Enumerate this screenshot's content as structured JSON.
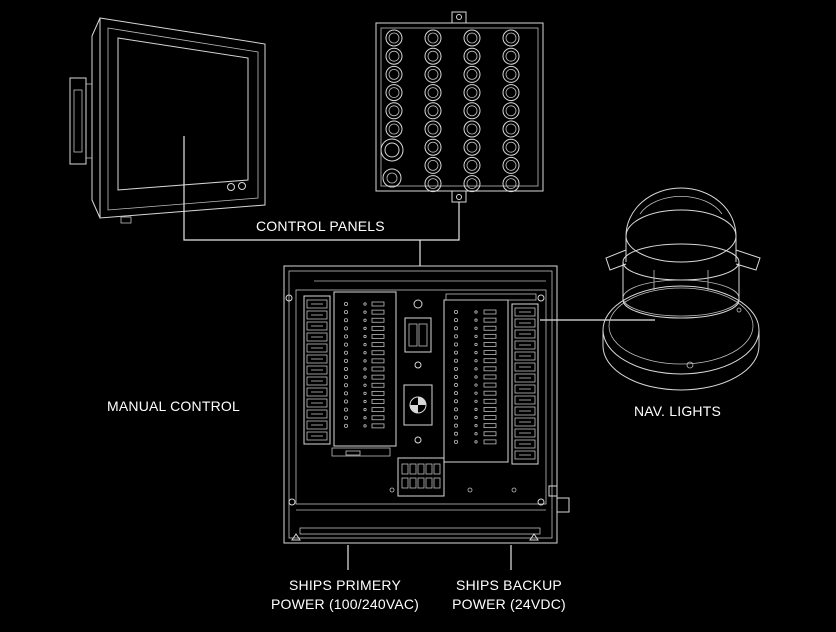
{
  "labels": {
    "control_panels": "CONTROL PANELS",
    "manual_control": "MANUAL CONTROL",
    "nav_lights": "NAV. LIGHTS",
    "ships_primary_line1": "SHIPS PRIMERY",
    "ships_primary_line2": "POWER (100/240VAC)",
    "ships_backup_line1": "SHIPS BACKUP",
    "ships_backup_line2": "POWER (24VDC)"
  },
  "colors": {
    "background": "#000000",
    "line": "#d8d8d8",
    "text": "#ffffff"
  },
  "components": {
    "touch_panel": "touchscreen-control-panel",
    "button_panel": "button-control-panel",
    "control_cabinet": "manual-control-cabinet",
    "nav_light": "navigation-light"
  }
}
